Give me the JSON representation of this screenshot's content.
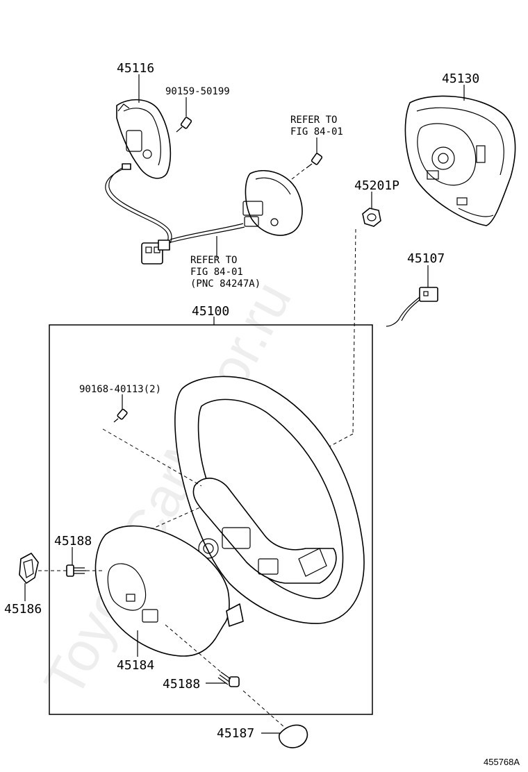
{
  "labels": {
    "p45116": "45116",
    "p90159": "90159-50199",
    "refer_top_1": "REFER TO",
    "refer_top_2": "FIG 84-01",
    "p45130": "45130",
    "p45201p": "45201P",
    "p45107": "45107",
    "refer_mid_1": "REFER TO",
    "refer_mid_2": "FIG 84-01",
    "refer_mid_3": "(PNC 84247A)",
    "p45100": "45100",
    "p90168": "90168-40113(2)",
    "p45188_top": "45188",
    "p45186": "45186",
    "p45184": "45184",
    "p45188_bottom": "45188",
    "p45187": "45187"
  },
  "watermark": "ToyotaCarMirror.ru",
  "figure_code": "455768A"
}
